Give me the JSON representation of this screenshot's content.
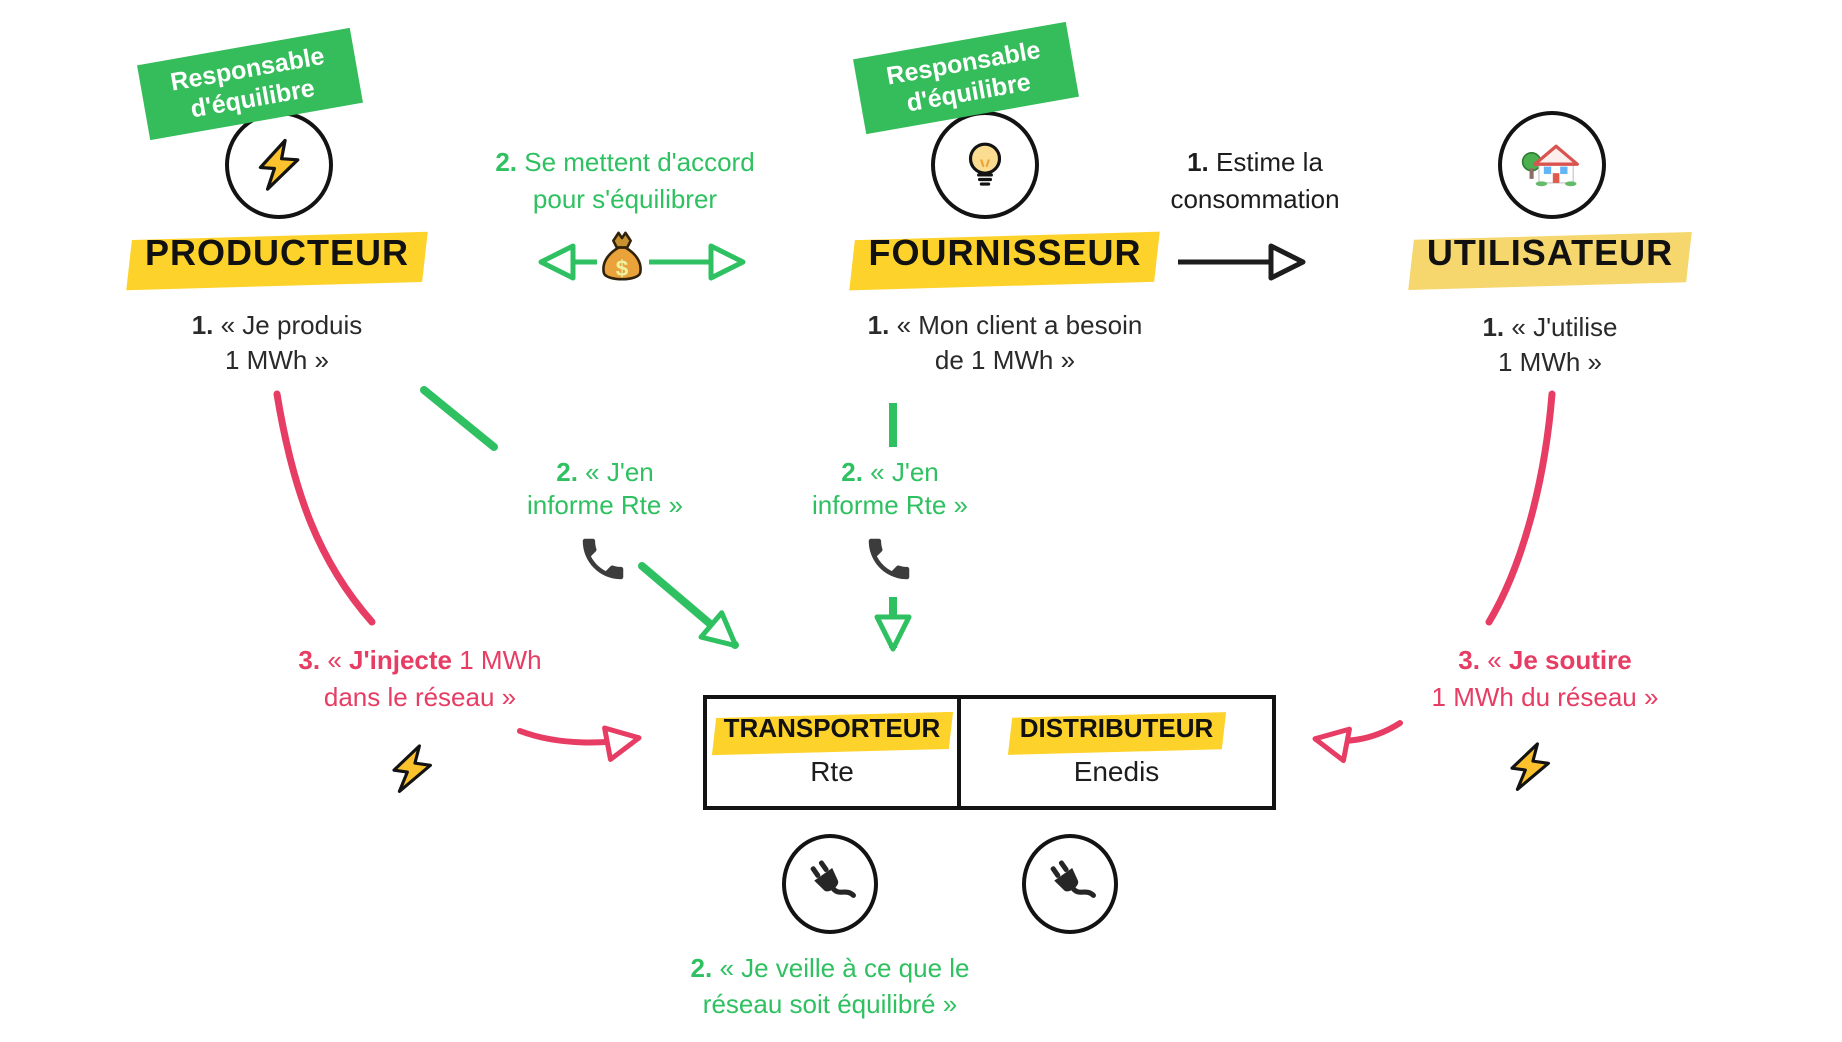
{
  "badges": {
    "producer": "Responsable d'équilibre",
    "supplier": "Responsable d'équilibre"
  },
  "actors": {
    "producer": {
      "title": "PRODUCTEUR",
      "num": "1.",
      "line1": "« Je produis",
      "line2": "1 MWh »"
    },
    "supplier": {
      "title": "FOURNISSEUR",
      "num": "1.",
      "line1": "« Mon client a besoin",
      "line2": "de 1 MWh »"
    },
    "user": {
      "title": "UTILISATEUR",
      "num": "1.",
      "line1": "« J'utilise",
      "line2": "1 MWh »"
    }
  },
  "agreement": {
    "num": "2.",
    "line1": "Se mettent d'accord",
    "line2": "pour s'équilibrer"
  },
  "estimate": {
    "num": "1.",
    "line1": "Estime la",
    "line2": "consommation"
  },
  "inform_producer": {
    "num": "2.",
    "line1": "« J'en",
    "line2": "informe Rte »"
  },
  "inform_supplier": {
    "num": "2.",
    "line1": "« J'en",
    "line2": "informe Rte »"
  },
  "inject": {
    "num": "3.",
    "pre": "« ",
    "bold": "J'injecte",
    "post": " 1 MWh",
    "line2": "dans le réseau »"
  },
  "withdraw": {
    "num": "3.",
    "pre": "« ",
    "bold": "Je soutire",
    "post": "",
    "line2": "1 MWh du réseau »"
  },
  "balance": {
    "num": "2.",
    "line1": "« Je veille à ce que le",
    "line2": "réseau soit équilibré »"
  },
  "network_box": {
    "transporter": {
      "label": "TRANSPORTEUR",
      "company": "Rte"
    },
    "distributor": {
      "label": "DISTRIBUTEUR",
      "company": "Enedis"
    }
  },
  "icons": {
    "producer": "lightning-bolt-icon",
    "supplier": "light-bulb-icon",
    "user": "house-garden-icon",
    "agreement": "money-bag-icon",
    "inform": "phone-handset-icon",
    "network": "power-plug-icon",
    "energy": "lightning-bolt-icon"
  },
  "colors": {
    "green": "#2fc161",
    "badge_green": "#35bd5b",
    "yellow": "#fdd32b",
    "yellow_light": "#f5d76e",
    "pink": "#e73c63",
    "black": "#1d1d1d"
  }
}
